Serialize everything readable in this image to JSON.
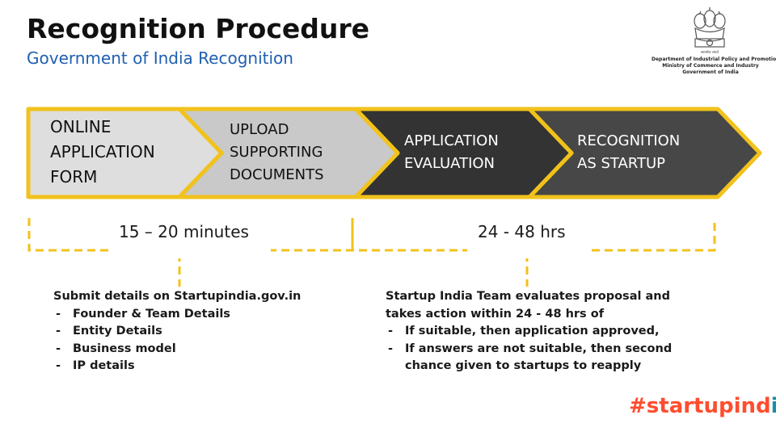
{
  "header": {
    "title": "Recognition Procedure",
    "subtitle": "Government of India Recognition"
  },
  "emblem": {
    "lines": [
      "Department of Industrial Policy and Promotion",
      "Ministry of Commerce and Industry",
      "Government of India"
    ]
  },
  "stages": [
    {
      "lines": [
        "ONLINE",
        "APPLICATION",
        "FORM"
      ],
      "fill": "#dedede",
      "text_color": "#111111"
    },
    {
      "lines": [
        "UPLOAD",
        "SUPPORTING",
        "DOCUMENTS"
      ],
      "fill": "#c9c9c9",
      "text_color": "#111111"
    },
    {
      "lines": [
        "APPLICATION",
        "EVALUATION"
      ],
      "fill": "#333333",
      "text_color": "#ffffff"
    },
    {
      "lines": [
        "RECOGNITION",
        "AS STARTUP"
      ],
      "fill": "#474747",
      "text_color": "#ffffff"
    }
  ],
  "colors": {
    "accent": "#f2c21b",
    "subtitle": "#1f5fb0",
    "brand_orange": "#ff4d2e",
    "brand_teal": "#1a8fa8"
  },
  "timings": [
    {
      "label": "15 – 20 minutes"
    },
    {
      "label": "24 - 48 hrs"
    }
  ],
  "notes_left": {
    "heading": "Submit details on Startupindia.gov.in",
    "items": [
      "Founder & Team Details",
      "Entity Details",
      "Business model",
      "IP details"
    ]
  },
  "notes_right": {
    "heading_lines": [
      "Startup India Team evaluates proposal and",
      "takes action within 24 - 48 hrs of"
    ],
    "items": [
      {
        "lines": [
          "If suitable, then application approved,"
        ]
      },
      {
        "lines": [
          "If answers are not suitable, then second",
          "chance given to startups to reapply"
        ]
      }
    ]
  },
  "brand": {
    "main": "#startupind",
    "last": "ia"
  }
}
